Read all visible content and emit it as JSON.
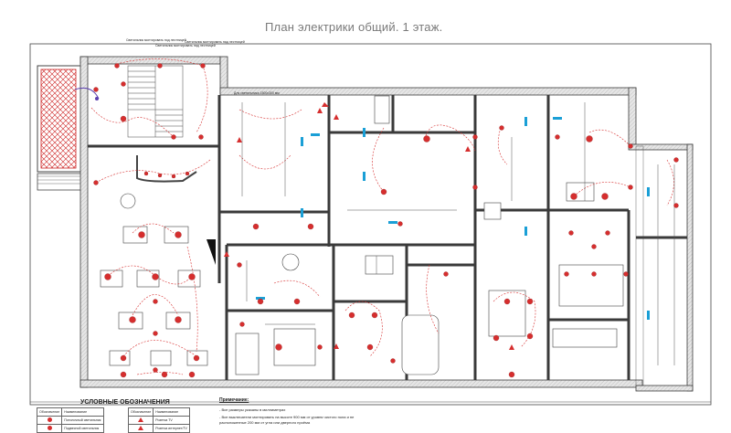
{
  "title": "План электрики общий. 1 этаж.",
  "legend": {
    "heading": "УСЛОВНЫЕ ОБОЗНАЧЕНИЯ",
    "table_left": {
      "headers": [
        "Обозначение",
        "Наименование"
      ],
      "rows": [
        {
          "symbol": "dot",
          "name": "Потолочный светильник"
        },
        {
          "symbol": "dot",
          "name": "Подвесной светильник"
        }
      ]
    },
    "table_right": {
      "headers": [
        "Обозначение",
        "Наименование"
      ],
      "rows": [
        {
          "symbol": "tri",
          "name": "Розетка ТV"
        },
        {
          "symbol": "tri",
          "name": "Розетка интернет/ТV"
        }
      ]
    }
  },
  "notes": {
    "heading": "Примечание:",
    "lines": [
      "- Все размеры указаны в миллиметрах",
      "- Все выключатели монтировать на высоте 900 мм от уровня чистого пола и не",
      "расположенные 200 мм от угла или дверного проёма"
    ]
  },
  "callouts": [
    "Светильник монтировать под лестницей",
    "Светильник монтировать над лестницей",
    "Светильник монтировать над лестницей",
    "Для светильника 1500х300 мм"
  ],
  "colors": {
    "wall": "#3a3a3a",
    "wall_fill": "#d8d8d8",
    "fixture": "#d62e2e",
    "wiring": "#d62e2e",
    "hatch": "#cc2222",
    "window_blue": "#1a9fd6",
    "title": "#7a7a7a"
  }
}
